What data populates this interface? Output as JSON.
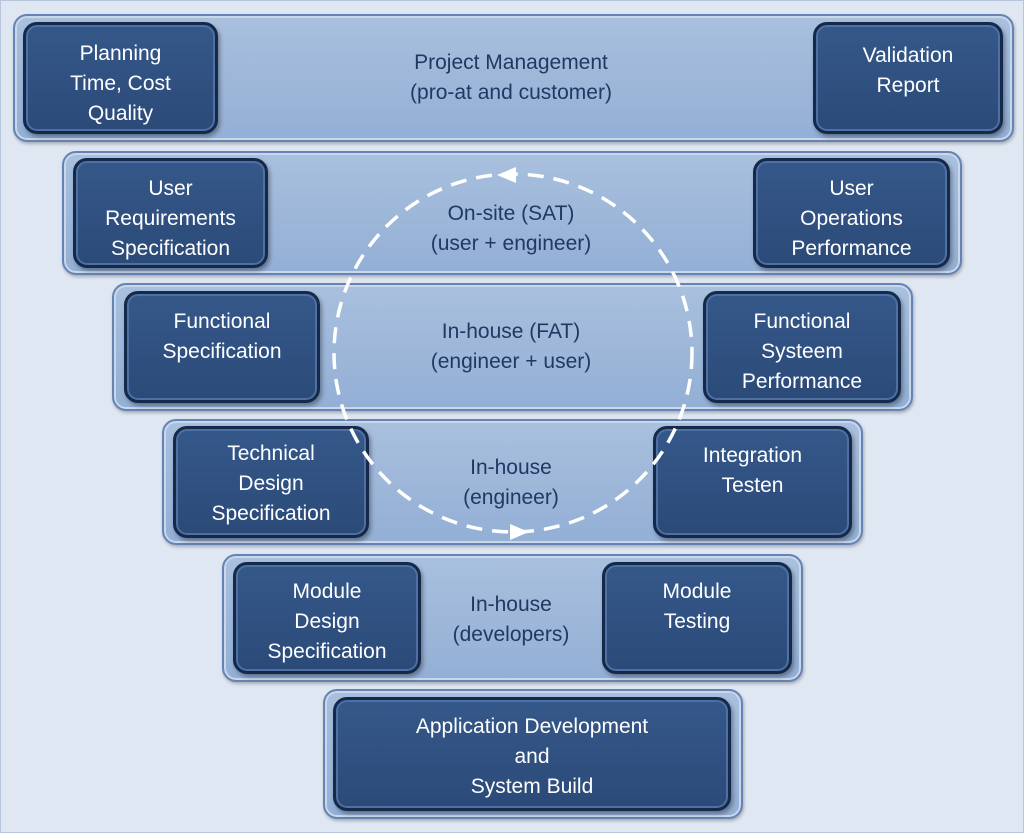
{
  "levels": {
    "project": {
      "left": "Planning\nTime, Cost\nQuality",
      "middle": "Project Management\n(pro-at and customer)",
      "right": "Validation\nReport"
    },
    "user": {
      "left": "User\nRequirements\nSpecification",
      "middle": "On-site (SAT)\n(user + engineer)",
      "right": "User\nOperations\nPerformance"
    },
    "functional": {
      "left": "Functional\nSpecification",
      "middle": "In-house (FAT)\n(engineer + user)",
      "right": "Functional\nSysteem\nPerformance"
    },
    "technical": {
      "left": "Technical\nDesign\nSpecification",
      "middle": "In-house\n(engineer)",
      "right": "Integration\nTesten"
    },
    "module": {
      "left": "Module\nDesign\nSpecification",
      "middle": "In-house\n(developers)",
      "right": "Module\nTesting"
    },
    "base": {
      "center": "Application Development\nand\nSystem Build"
    }
  },
  "colors": {
    "box_fill": "#2f5183",
    "band_fill": "#9db6d9",
    "mid_text": "#1f3963",
    "cycle_line": "#ffffff"
  }
}
